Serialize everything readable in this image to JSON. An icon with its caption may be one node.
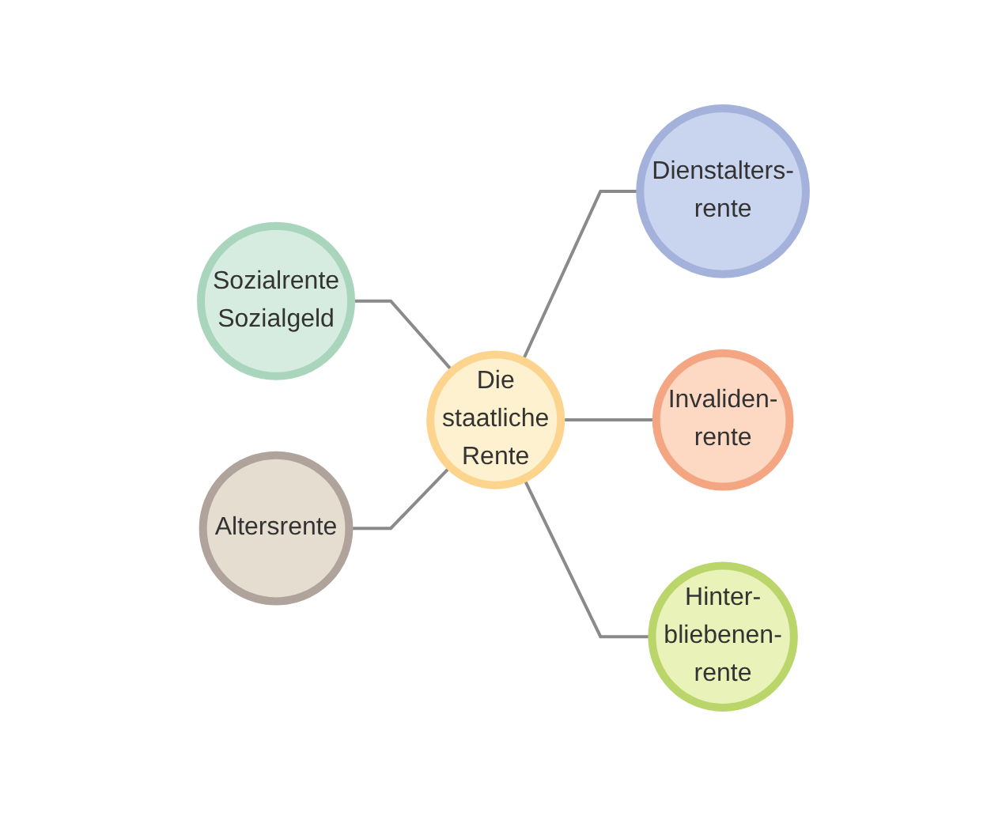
{
  "diagram": {
    "nodes": [
      {
        "text": [
          "Dienstalters- rente"
        ]
      },
      {
        "text": [
          "Sozialrente Sozialgeld"
        ]
      },
      {
        "text": [
          "Invaliden- rente"
        ]
      },
      {
        "text": [
          "Die staatliche Rente"
        ]
      },
      {
        "text": [
          "Altersrente"
        ]
      },
      {
        "text": [
          "Hinter- bliebenen- rente"
        ]
      }
    ],
    "edges": [
      {
        "from": 1,
        "to": 3,
        "arrow": "none"
      },
      {
        "from": 4,
        "to": 3,
        "arrow": "none"
      },
      {
        "from": 3,
        "to": 0,
        "arrow": "none"
      },
      {
        "from": 3,
        "to": 2,
        "arrow": "none"
      },
      {
        "from": 3,
        "to": 5,
        "arrow": "none"
      }
    ]
  }
}
